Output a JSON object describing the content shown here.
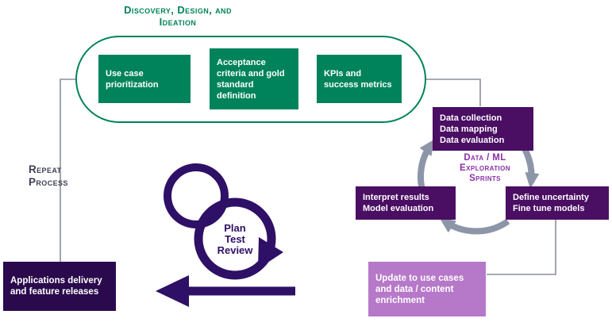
{
  "discovery": {
    "title_lines": [
      "Discovery, Design, and",
      "Ideation"
    ],
    "boxes": [
      {
        "label": "Use case prioritization"
      },
      {
        "label": "Acceptance criteria and gold standard definition"
      },
      {
        "label": "KPIs and success metrics"
      }
    ]
  },
  "sprints": {
    "center_label_lines": [
      "Data / ML",
      "Exploration",
      "Sprints"
    ],
    "nodes": [
      {
        "id": "data-collection",
        "lines": [
          "Data collection",
          "Data mapping",
          "Data evaluation"
        ]
      },
      {
        "id": "define-uncertainty",
        "lines": [
          "Define uncertainty",
          "Fine tune models"
        ]
      },
      {
        "id": "interpret-results",
        "lines": [
          "Interpret results",
          "Model evaluation"
        ]
      }
    ]
  },
  "plan_loop": {
    "lines": [
      "Plan",
      "Test",
      "Review"
    ]
  },
  "update_box": {
    "label": "Update to use cases and data / content enrichment"
  },
  "applications_box": {
    "label": "Applications delivery and feature releases"
  },
  "repeat": {
    "lines": [
      "Repeat",
      "Process"
    ]
  },
  "colors": {
    "green": "#00835A",
    "dark_purple": "#4A0E63",
    "darkest_purple": "#2A0A4C",
    "pink_purple": "#B678C8",
    "loop_purple": "#2E1066",
    "cycle_gray": "#8D95A8",
    "line_gray": "#8A8F9B",
    "label_purple": "#8B2FA8",
    "repeat_text": "#3D4155"
  }
}
